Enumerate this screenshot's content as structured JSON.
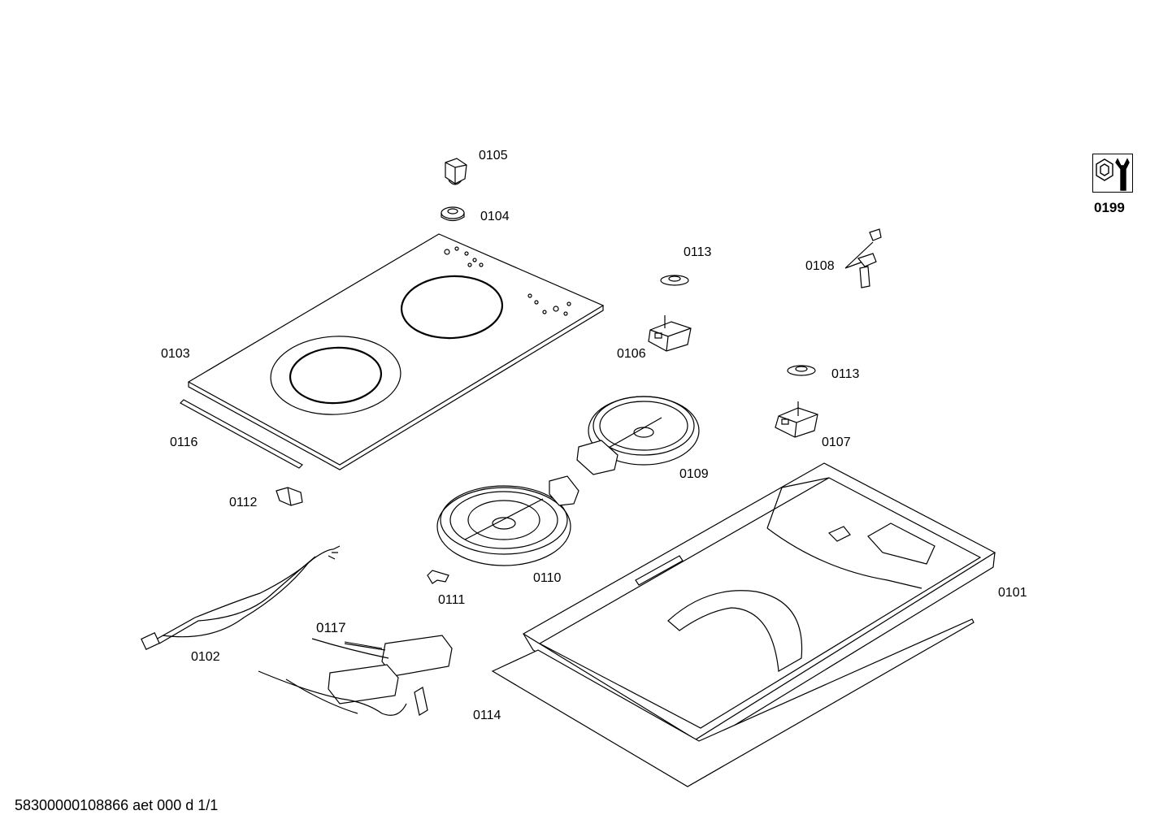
{
  "labels": {
    "p0105": "0105",
    "p0104": "0104",
    "p0103": "0103",
    "p0116": "0116",
    "p0112": "0112",
    "p0102": "0102",
    "p0117": "0117",
    "p0113a": "0113",
    "p0113b": "0113",
    "p0108": "0108",
    "p0106": "0106",
    "p0107": "0107",
    "p0109": "0109",
    "p0110": "0110",
    "p0111": "0111",
    "p0114": "0114",
    "p0101": "0101",
    "p0199": "0199"
  },
  "footer": "58300000108866 aet 000 d 1/1",
  "icons": {
    "tool": "wrench-nut-icon"
  }
}
